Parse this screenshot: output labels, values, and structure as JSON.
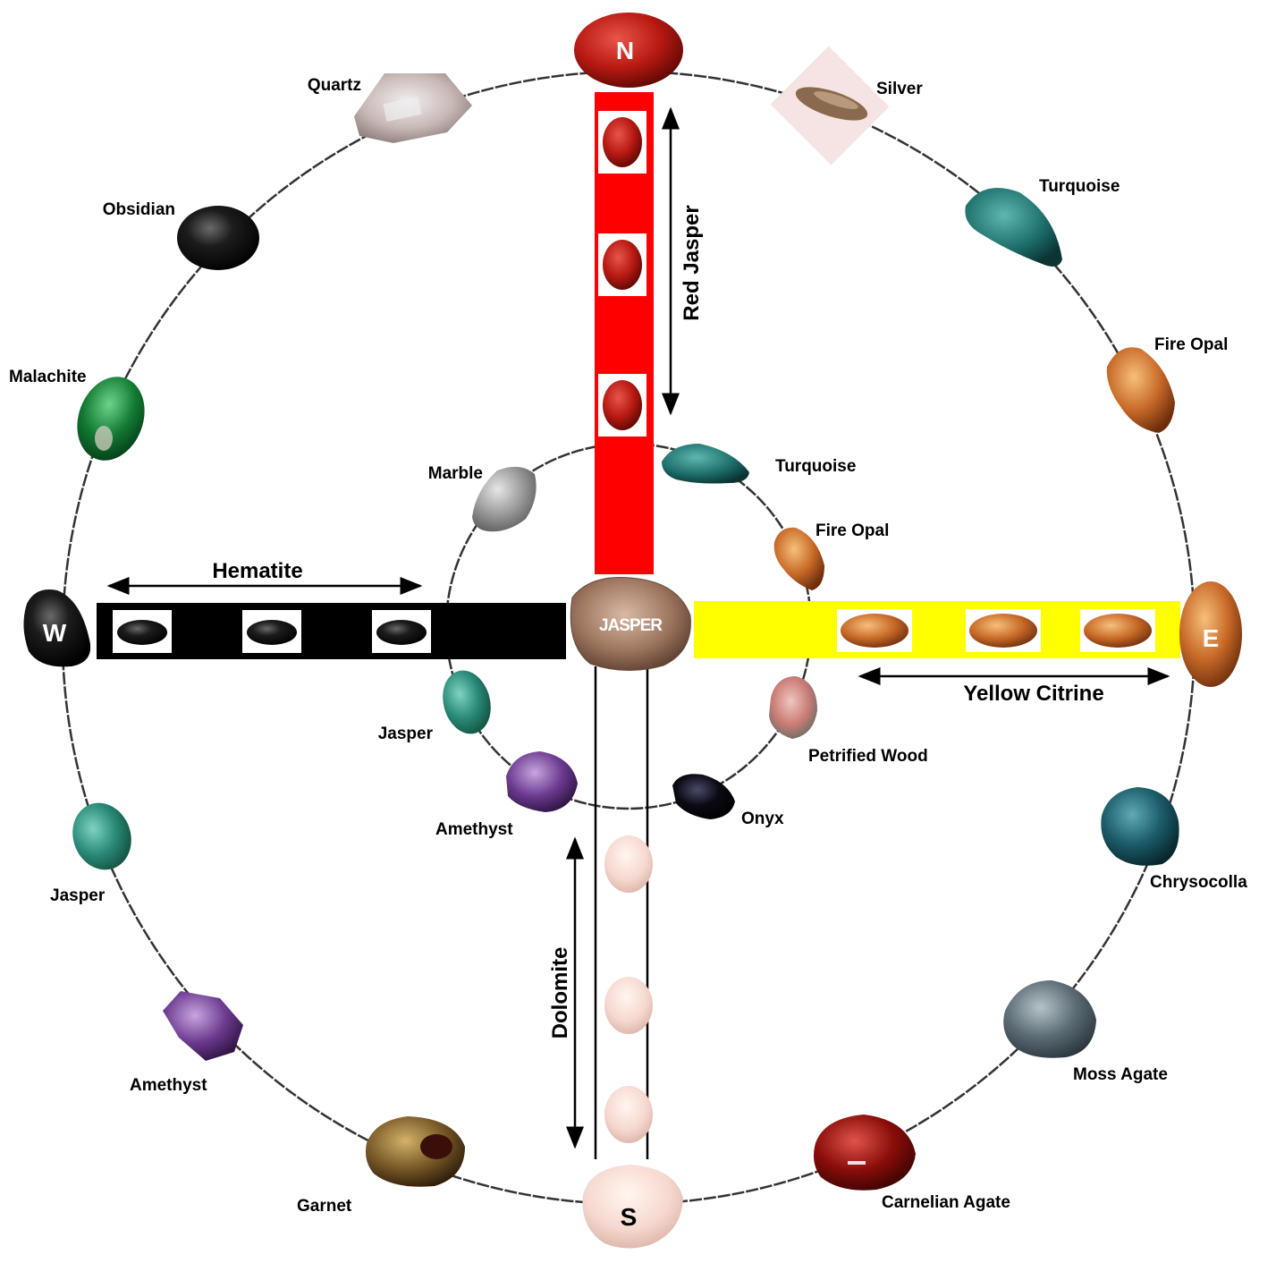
{
  "directions": {
    "north": "N",
    "south": "S",
    "east": "E",
    "west": "W"
  },
  "center_stone": "JASPER",
  "spokes": {
    "north": "Red Jasper",
    "south": "Dolomite",
    "east": "Yellow Citrine",
    "west": "Hematite"
  },
  "outer_ring": {
    "quartz": "Quartz",
    "obsidian": "Obsidian",
    "malachite": "Malachite",
    "jasper": "Jasper",
    "amethyst": "Amethyst",
    "garnet": "Garnet",
    "silver": "Silver",
    "turquoise": "Turquoise",
    "fire_opal": "Fire Opal",
    "chrysocolla": "Chrysocolla",
    "moss_agate": "Moss Agate",
    "carnelian_agate": "Carnelian Agate"
  },
  "inner_ring": {
    "marble": "Marble",
    "turquoise": "Turquoise",
    "fire_opal": "Fire Opal",
    "petrified_wood": "Petrified Wood",
    "onyx": "Onyx",
    "amethyst": "Amethyst",
    "jasper": "Jasper"
  },
  "colors": {
    "red_jasper": "#ff0000",
    "hematite": "#000000",
    "citrine": "#ffff00"
  }
}
